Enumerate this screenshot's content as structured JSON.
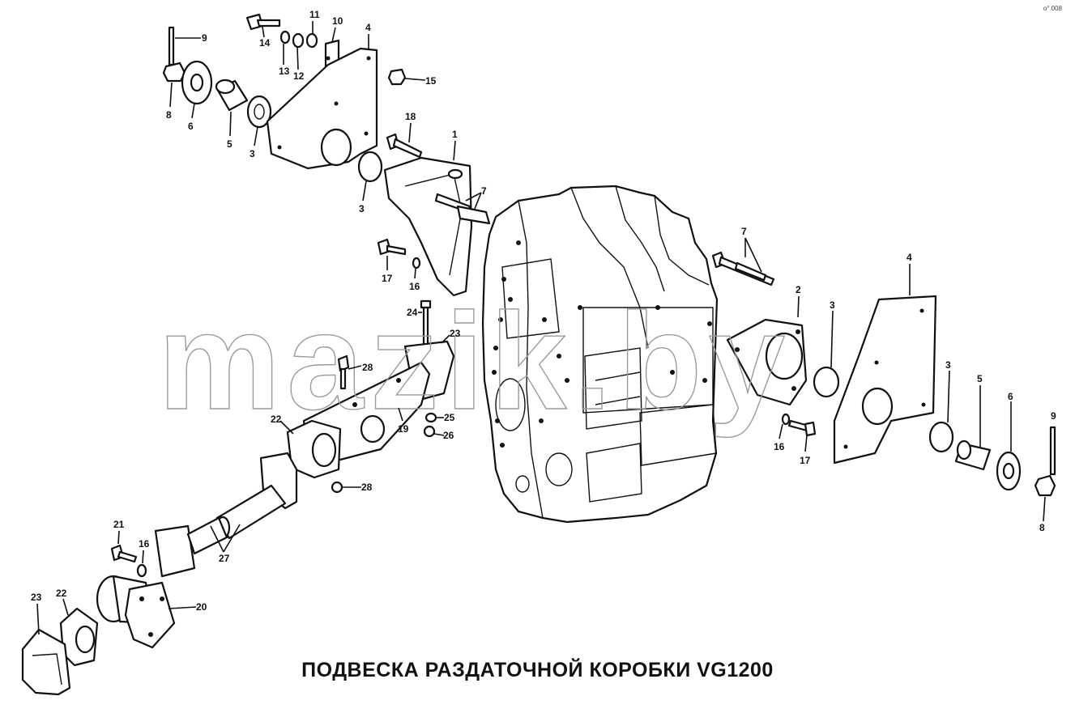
{
  "title": "ПОДВЕСКА РАЗДАТОЧНОЙ КОРОБКИ VG1200",
  "watermark": "mazik.by",
  "corner_mark": "о° 008",
  "callouts": [
    {
      "id": "c9a",
      "text": "9"
    },
    {
      "id": "c14",
      "text": "14"
    },
    {
      "id": "c13",
      "text": "13"
    },
    {
      "id": "c12",
      "text": "12"
    },
    {
      "id": "c11",
      "text": "11"
    },
    {
      "id": "c10",
      "text": "10"
    },
    {
      "id": "c4a",
      "text": "4"
    },
    {
      "id": "c15",
      "text": "15"
    },
    {
      "id": "c8a",
      "text": "8"
    },
    {
      "id": "c6a",
      "text": "6"
    },
    {
      "id": "c5a",
      "text": "5"
    },
    {
      "id": "c3a",
      "text": "3"
    },
    {
      "id": "c18",
      "text": "18"
    },
    {
      "id": "c1",
      "text": "1"
    },
    {
      "id": "c3b",
      "text": "3"
    },
    {
      "id": "c7a",
      "text": "7"
    },
    {
      "id": "c17a",
      "text": "17"
    },
    {
      "id": "c16a",
      "text": "16"
    },
    {
      "id": "c24",
      "text": "24"
    },
    {
      "id": "c23a",
      "text": "23"
    },
    {
      "id": "c28a",
      "text": "28"
    },
    {
      "id": "c22a",
      "text": "22"
    },
    {
      "id": "c19",
      "text": "19"
    },
    {
      "id": "c25",
      "text": "25"
    },
    {
      "id": "c26",
      "text": "26"
    },
    {
      "id": "c28b",
      "text": "28"
    },
    {
      "id": "c7b",
      "text": "7"
    },
    {
      "id": "c2",
      "text": "2"
    },
    {
      "id": "c3c",
      "text": "3"
    },
    {
      "id": "c4b",
      "text": "4"
    },
    {
      "id": "c16b",
      "text": "16"
    },
    {
      "id": "c17b",
      "text": "17"
    },
    {
      "id": "c3d",
      "text": "3"
    },
    {
      "id": "c5b",
      "text": "5"
    },
    {
      "id": "c6b",
      "text": "6"
    },
    {
      "id": "c9b",
      "text": "9"
    },
    {
      "id": "c8b",
      "text": "8"
    },
    {
      "id": "c21",
      "text": "21"
    },
    {
      "id": "c16c",
      "text": "16"
    },
    {
      "id": "c27",
      "text": "27"
    },
    {
      "id": "c20",
      "text": "20"
    },
    {
      "id": "c23b",
      "text": "23"
    },
    {
      "id": "c22b",
      "text": "22"
    }
  ]
}
